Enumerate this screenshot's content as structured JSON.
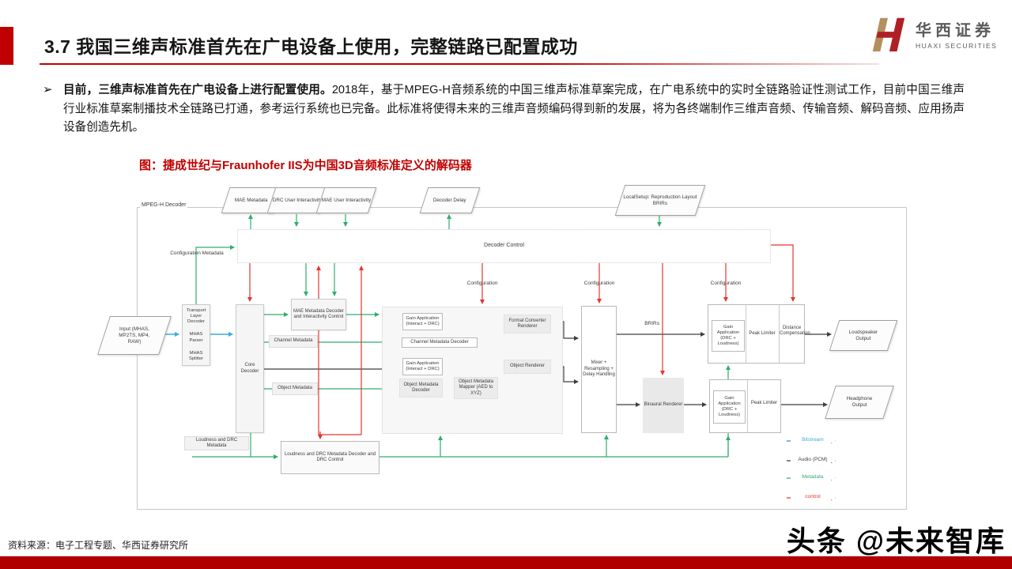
{
  "header": {
    "title": "3.7 我国三维声标准首先在广电设备上使用，完整链路已配置成功",
    "logo": {
      "cn": "华西证券",
      "en": "HUAXI SECURITIES"
    }
  },
  "body": {
    "bullet": "➢",
    "lead_bold": "目前，三维声标准首先在广电设备上进行配置使用。",
    "text": "2018年，基于MPEG-H音频系统的中国三维声标准草案完成，在广电系统中的实时全链路验证性测试工作，目前中国三维声行业标准草案制播技术全链路已打通，参考运行系统也已完备。此标准将使得未来的三维声音频编码得到新的发展，将为各终端制作三维声音频、传输音频、解码音频、应用扬声设备创造先机。"
  },
  "figure": {
    "caption": "图：捷成世纪与Fraunhofer IIS为中国3D音频标准定义的解码器"
  },
  "diagram": {
    "container_label": "MPEG-H Decoder",
    "decoder_control": "Decoder Control",
    "top_io": {
      "mae_metadata": "MAE Metadata",
      "drc_user": "DRC User Interactivity",
      "mae_user": "MAE User Interactivity",
      "decoder_delay": "Decoder Delay",
      "local_setup": "LocalSetup: Reproduction Layout BRIRs"
    },
    "line_labels": {
      "configuration_metadata": "Configuration Metadata",
      "configuration": "Configuration",
      "brirs": "BRIRs",
      "channel_metadata": "Channel Metadata",
      "object_metadata": "Object Metadata",
      "loudness_drc_metadata": "Loudness and DRC Metadata"
    },
    "nodes": {
      "input": "Input (MHAS, MP2TS, MP4, RAW)",
      "transport": {
        "l1": "Transport Layer Decoder",
        "l2": "MHAS Parser",
        "l3": "MHAS Splitter"
      },
      "core_decoder": "Core Decoder",
      "mae_decoder": "MAE Metadata Decoder and Interactivity Control",
      "gain_app_interact": "Gain Application (Interact + DRC)",
      "channel_metadata_decoder": "Channel Metadata Decoder",
      "object_metadata_decoder": "Object Metadata Decoder",
      "object_metadata_mapper": "Object Metadata Mapper (AED to XYZ)",
      "format_converter_renderer": "Format Converter Renderer",
      "object_renderer": "Object Renderer",
      "mixer": "Mixer + Resampling + Delay Handling",
      "gain_app_drc": "Gain Application (DRC + Loudness)",
      "peak_limiter": "Peak Limiter",
      "distance_compensation": "Distance Compensation",
      "binaural_renderer": "Binaural Renderer",
      "loudness_drc_decoder": "Loudness and DRC Metadata Decoder and DRC Control",
      "loudspeaker_output": "Loudspeaker Output",
      "headphone_output": "Headphone Output"
    },
    "legend": [
      {
        "label": "Bitstream",
        "color": "#3aabdf"
      },
      {
        "label": "Audio (PCM)",
        "color": "#404040"
      },
      {
        "label": "Metadata",
        "color": "#2fae6e"
      },
      {
        "label": "control",
        "color": "#e6342e"
      }
    ]
  },
  "footer": {
    "source": "资料来源：电子工程专题、华西证券研究所",
    "watermark": "头条 @未来智库"
  },
  "colors": {
    "accent_red": "#c00000",
    "bottom_bar": "#b00000",
    "logo_red": "#b01f24",
    "logo_gold": "#b3905e"
  }
}
